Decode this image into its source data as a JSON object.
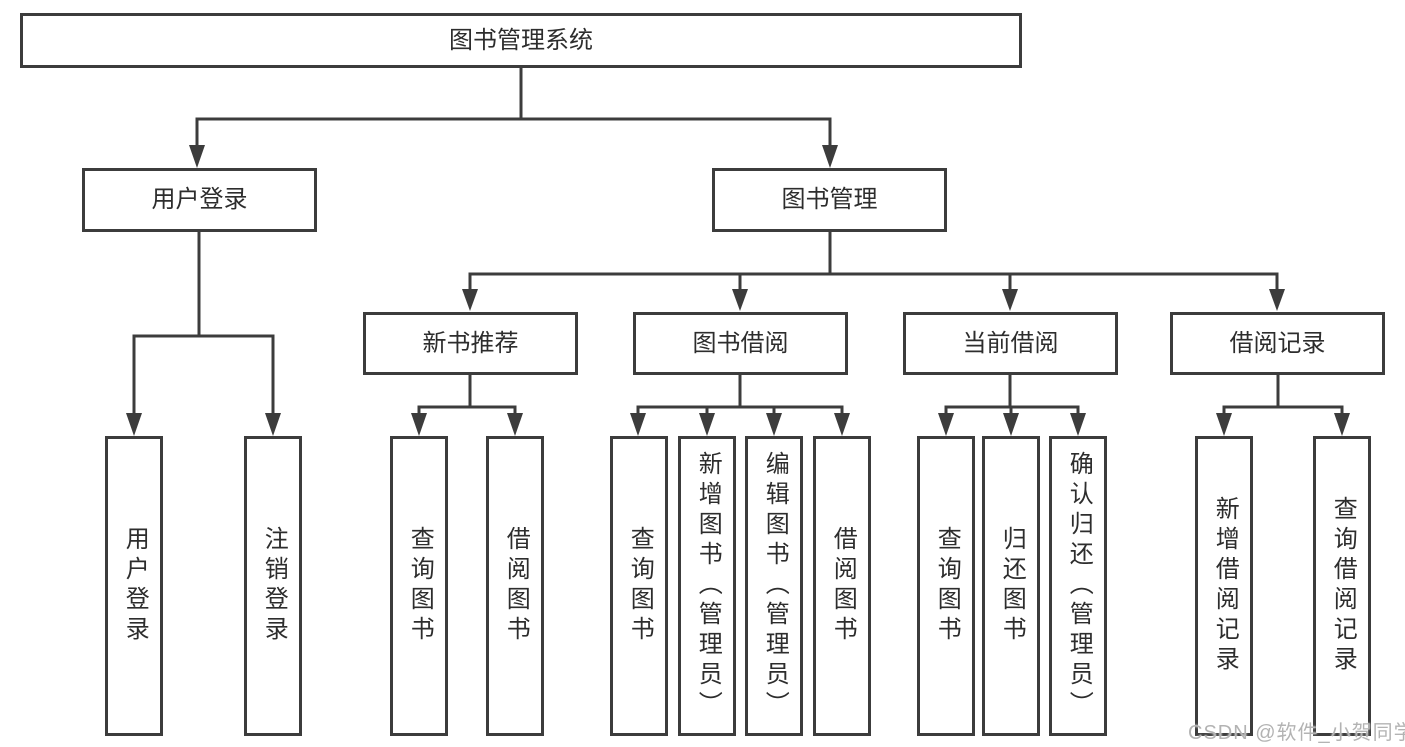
{
  "diagram": {
    "root": {
      "label": "图书管理系统",
      "children": [
        {
          "label": "用户登录",
          "children": [
            {
              "label": "用户登录"
            },
            {
              "label": "注销登录"
            }
          ]
        },
        {
          "label": "图书管理",
          "children": [
            {
              "label": "新书推荐",
              "children": [
                {
                  "label": "查询图书"
                },
                {
                  "label": "借阅图书"
                }
              ]
            },
            {
              "label": "图书借阅",
              "children": [
                {
                  "label": "查询图书"
                },
                {
                  "label": "新增图书（管理员）"
                },
                {
                  "label": "编辑图书（管理员）"
                },
                {
                  "label": "借阅图书"
                }
              ]
            },
            {
              "label": "当前借阅",
              "children": [
                {
                  "label": "查询图书"
                },
                {
                  "label": "归还图书"
                },
                {
                  "label": "确认归还（管理员）"
                }
              ]
            },
            {
              "label": "借阅记录",
              "children": [
                {
                  "label": "新增借阅记录"
                },
                {
                  "label": "查询借阅记录"
                }
              ]
            }
          ]
        }
      ]
    },
    "colors": {
      "line": "#3c3c3c",
      "text": "#2d2d2d",
      "background": "#ffffff",
      "watermark": "#b3b3b3"
    }
  },
  "watermark": {
    "text": "CSDN @软件_小贺同学"
  }
}
